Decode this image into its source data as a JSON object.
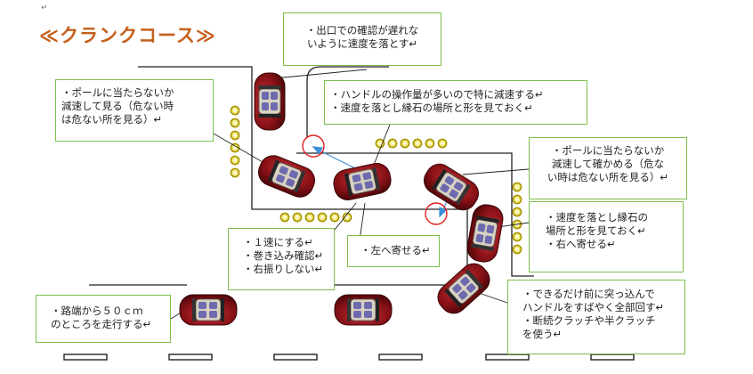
{
  "doc_mark": "↵",
  "title": "≪クランクコース≫",
  "notes": {
    "exit": "・出口での確認が遅れな\nいように速度を落とす↵",
    "handle": "・ハンドルの操作量が多いので特に減速する↵\n・速度を落とし縁石の場所と形を見ておく↵",
    "pole_left": "・ポールに当たらないか\n減速して見る（危ない時\nは危ない所を見る）↵",
    "pole_right": "・ポールに当たらないか\n減速して確かめる（危な\nい時は危ない所を見る）↵",
    "curb_right": "・速度を落とし縁石の\n場所と形を見ておく↵\n・右へ寄せる↵",
    "speed1": "・１速にする↵\n・巻き込み確認↵\n・右振りしない↵",
    "left_pull": "・左へ寄せる↵",
    "road_edge": "・路端から５０ｃｍ\nのところを走行する↵",
    "deep_turn": "・できるだけ前に突っ込んで\nハンドルをすばやく全部回す↵\n・断続クラッチや半クラッチ\nを使う↵"
  },
  "colors": {
    "note_border": "#7cbf4a",
    "title": "#c5601c",
    "car_body": "#8c1218",
    "pole": "#c8b400",
    "pointer": "#3a8fd8",
    "check_circle": "#e02020"
  },
  "icons": [
    "car-icon",
    "pole-icon",
    "check-circle-icon",
    "direction-arrow-icon"
  ]
}
